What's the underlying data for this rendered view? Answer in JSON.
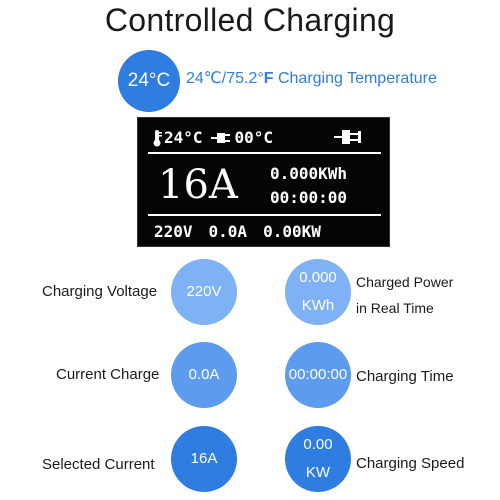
{
  "title": "Controlled Charging",
  "temperature": {
    "badge": "24°C",
    "caption_prefix": "24℃/75.2°",
    "caption_f": "F",
    "caption_suffix": " Charging Temperature"
  },
  "lcd": {
    "temp_reading": "24°C",
    "plug_reading": "00°C",
    "amps": "16A",
    "kwh": "0.000KWh",
    "time": "00:00:00",
    "voltage": "220V",
    "current": "0.0A",
    "power": "0.00KW"
  },
  "stats": {
    "voltage_label": "Charging Voltage",
    "voltage_value": "220V",
    "power_label_line1": "Charged Power",
    "power_label_line2": "in Real Time",
    "power_value_line1": "0.000",
    "power_value_line2": "KWh",
    "current_label": "Current Charge",
    "current_value": "0.0A",
    "time_label": "Charging Time",
    "time_value": "00:00:00",
    "selected_label": "Selected Current",
    "selected_value": "16A",
    "speed_label": "Charging Speed",
    "speed_value_line1": "0.00",
    "speed_value_line2": "KW"
  },
  "colors": {
    "accent": "#2f7de1",
    "light_circle": "#7fb2f4",
    "mid_circle": "#5d9bee",
    "lcd_bg": "#050505"
  },
  "icons": [
    "thermometer-icon",
    "plug-icon",
    "connector-icon"
  ]
}
